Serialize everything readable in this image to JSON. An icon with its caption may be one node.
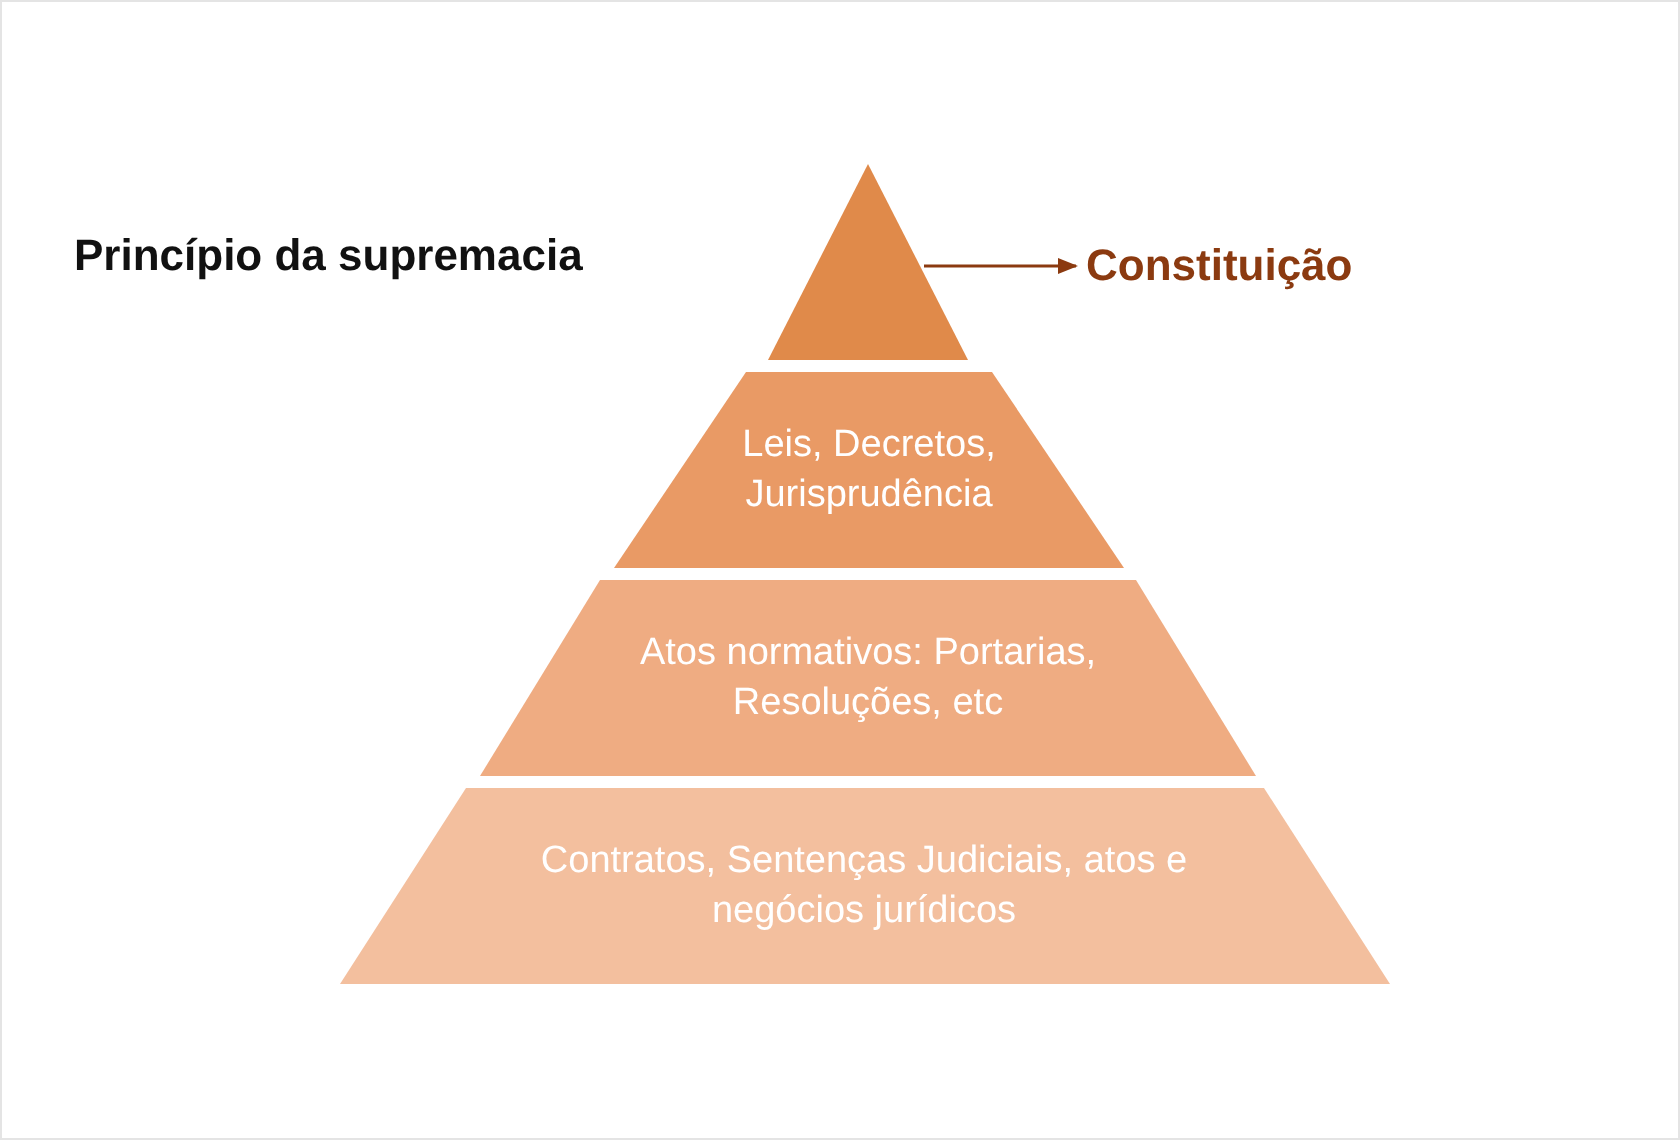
{
  "diagram": {
    "nodes": [
      {
        "text": [],
        "shape": "triangle"
      },
      {
        "text": [
          "Constituição"
        ]
      },
      {
        "text": [
          "Leis, Decretos, Jurisprudência"
        ]
      },
      {
        "text": [
          "Atos normativos: Portarias, Resoluções, etc"
        ]
      },
      {
        "text": [
          "Contratos, Sentenças Judiciais, atos e negócios jurídicos"
        ]
      }
    ],
    "edges": [
      {
        "from": 0,
        "to": 1,
        "arrow": "to"
      }
    ],
    "labels": [
      "Princípio da supremacia"
    ]
  }
}
